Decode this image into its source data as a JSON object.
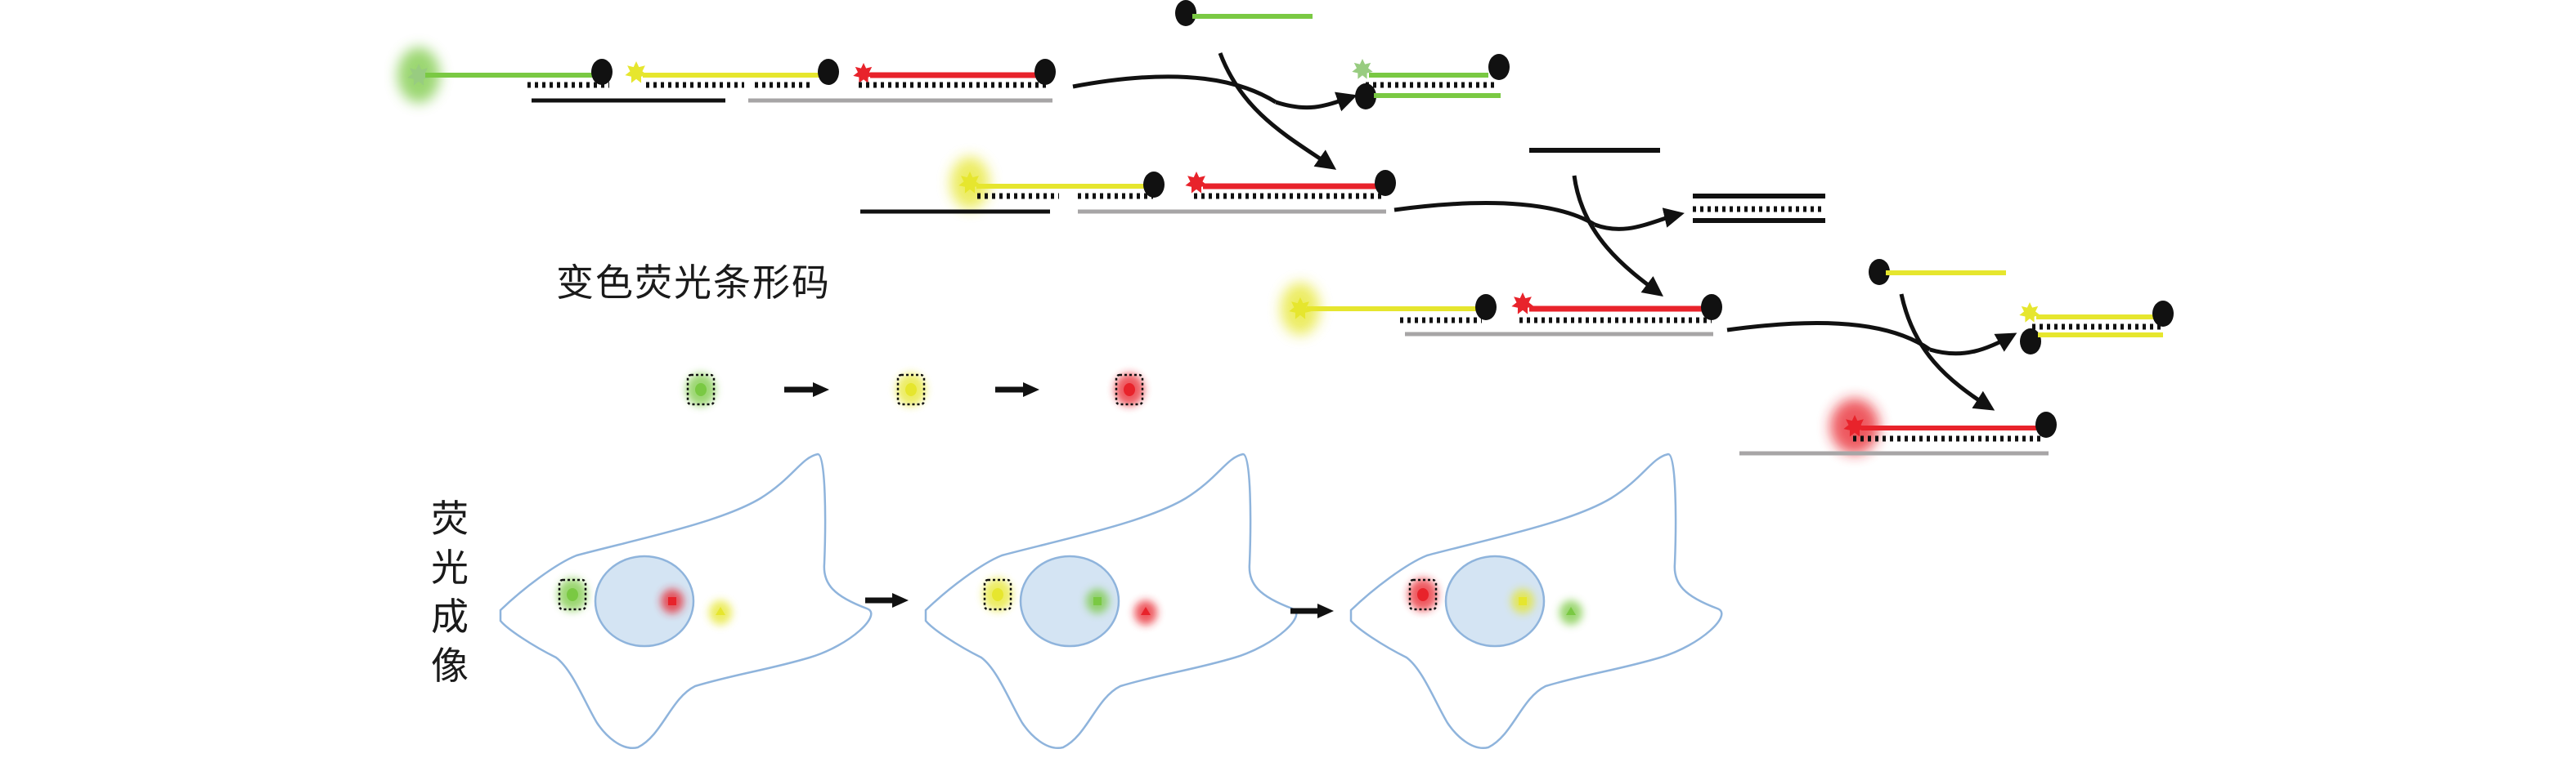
{
  "labels": {
    "barcode_title": "变色荧光条形码",
    "imaging_title_chars": [
      "荧",
      "光",
      "成",
      "像"
    ]
  },
  "colors": {
    "green": "#7ac943",
    "green_fluor": "#98cc80",
    "yellow": "#e6e62e",
    "red": "#e8232b",
    "black": "#111111",
    "gray": "#a7a5a6",
    "cell_outline": "#8fb4dc",
    "nucleus_fill": "#d4e4f3"
  },
  "barcode_legend": {
    "sequence": [
      "green",
      "yellow",
      "red"
    ]
  },
  "cells": [
    {
      "box": "green",
      "nucleus_square": "red",
      "cytoplasm_triangle": "yellow"
    },
    {
      "box": "yellow",
      "nucleus_square": "green",
      "cytoplasm_triangle": "red"
    },
    {
      "box": "red",
      "nucleus_square": "yellow",
      "cytoplasm_triangle": "green"
    }
  ],
  "stages": [
    {
      "name": "three-color-probe",
      "fluorophores": [
        "green",
        "yellow",
        "red"
      ]
    },
    {
      "name": "two-color-probe",
      "fluorophores": [
        "yellow",
        "red"
      ]
    },
    {
      "name": "two-color-probe-regen",
      "fluorophores": [
        "yellow",
        "red"
      ]
    },
    {
      "name": "one-color-probe",
      "fluorophores": [
        "red"
      ]
    }
  ]
}
